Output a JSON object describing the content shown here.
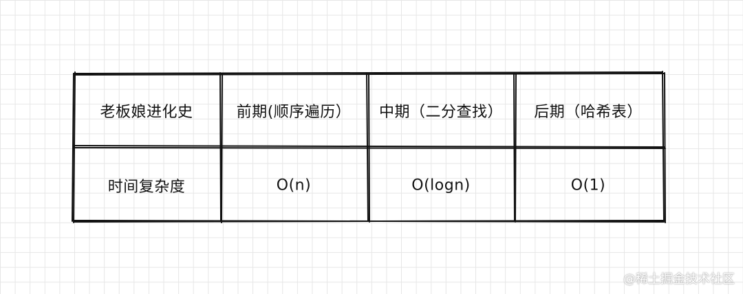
{
  "table": {
    "header": [
      "老板娘进化史",
      "前期(顺序遍历）",
      "中期（二分查找）",
      "后期（哈希表）"
    ],
    "row": [
      "时间复杂度",
      "O(n)",
      "O(logn)",
      "O(1)"
    ]
  },
  "watermark": "@稀土掘金技术社区",
  "colors": {
    "stroke": "#111111",
    "grid": "#e6e6e6",
    "background": "#ffffff"
  }
}
